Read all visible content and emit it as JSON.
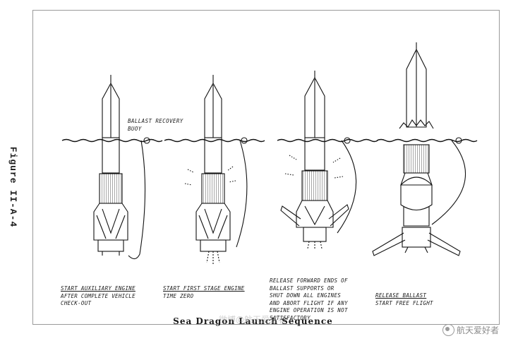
{
  "figure_label": "Figure II-A-4",
  "buoy_label": [
    "BALLAST RECOVERY",
    "BUOY"
  ],
  "steps": [
    {
      "lines": [
        "START AUXILIARY ENGINE",
        "AFTER COMPLETE VEHICLE",
        "CHECK-OUT"
      ]
    },
    {
      "lines": [
        "START FIRST STAGE ENGINE",
        "TIME ZERO"
      ]
    },
    {
      "lines": [
        "RELEASE FORWARD ENDS OF",
        "BALLAST SUPPORTS OR",
        "SHUT DOWN ALL ENGINES",
        "AND ABORT FLIGHT IF ANY",
        "ENGINE OPERATION IS NOT",
        "SATISFACTORY"
      ]
    },
    {
      "lines": [
        "RELEASE BALLAST",
        "START FREE FLIGHT"
      ]
    }
  ],
  "title": "Sea Dragon Launch Sequence",
  "watermark_center": "微博@航天爱好者",
  "watermark": "航天爱好者"
}
